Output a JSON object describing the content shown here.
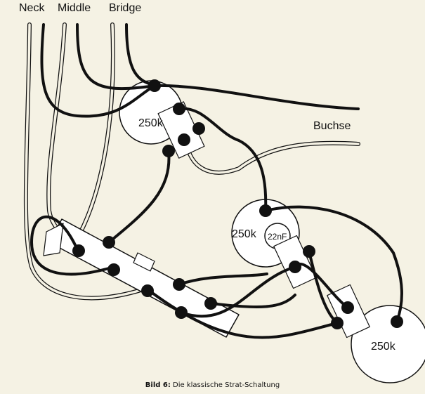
{
  "labels": {
    "neck": "Neck",
    "middle": "Middle",
    "bridge": "Bridge",
    "jack": "Buchse",
    "pot_volume": "250k",
    "pot_tone1": "250k",
    "pot_tone2": "250k",
    "capacitor": "22nF"
  },
  "caption": {
    "prefix": "Bild 6:",
    "text": "Die klassische Strat-Schaltung"
  }
}
